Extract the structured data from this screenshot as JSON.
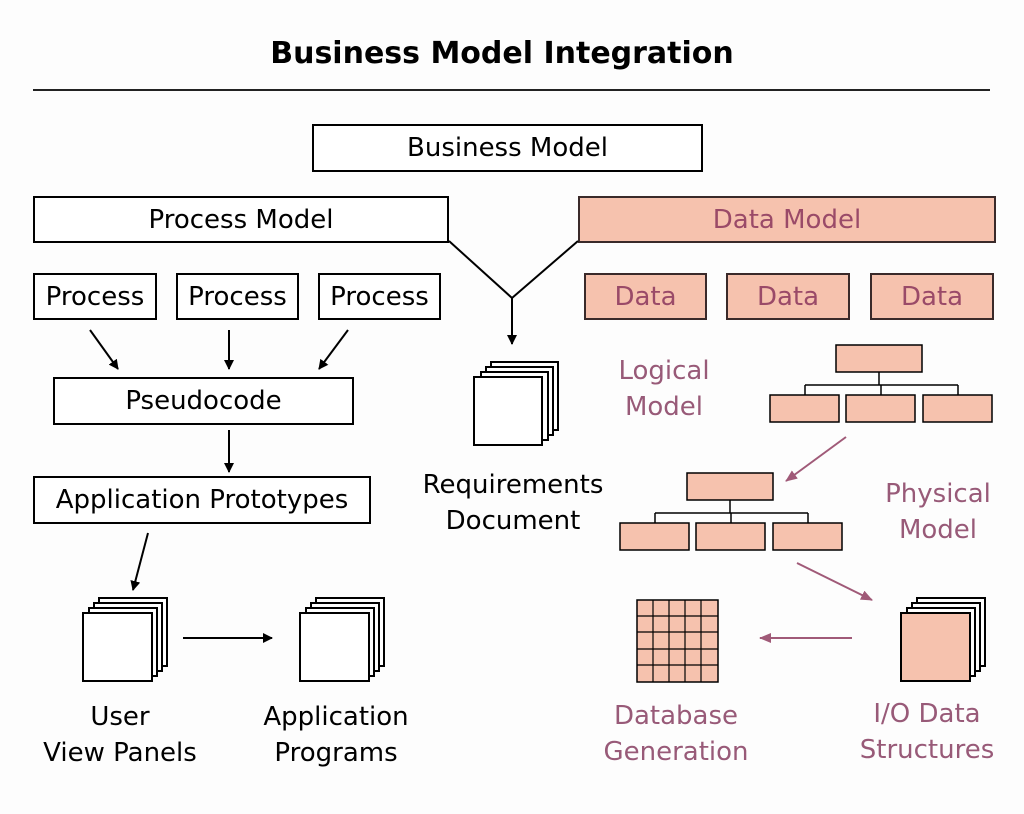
{
  "title": "Business Model Integration",
  "business_model": "Business Model",
  "process_model": "Process Model",
  "data_model": "Data Model",
  "processes": [
    "Process",
    "Process",
    "Process"
  ],
  "data_items": [
    "Data",
    "Data",
    "Data"
  ],
  "pseudocode": "Pseudocode",
  "application_prototypes": "Application Prototypes",
  "requirements_document": [
    "Requirements",
    "Document"
  ],
  "user_view_panels": [
    "User",
    "View Panels"
  ],
  "application_programs": [
    "Application",
    "Programs"
  ],
  "logical_model": [
    "Logical",
    "Model"
  ],
  "physical_model": [
    "Physical",
    "Model"
  ],
  "database_generation": [
    "Database",
    "Generation"
  ],
  "io_data_structures": [
    "I/O Data",
    "Structures"
  ],
  "colors": {
    "data_fill": "#f6c2ae",
    "data_text": "#9a4a68",
    "label_accent": "#985a78",
    "arrow_accent": "#a05a78"
  }
}
